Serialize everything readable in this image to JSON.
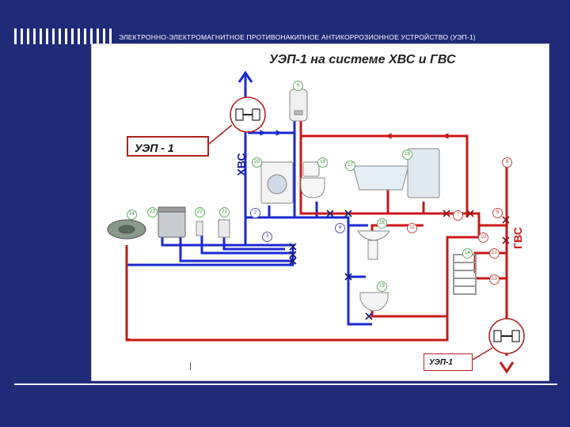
{
  "slide": {
    "header": "ЭЛЕКТРОННО-ЭЛЕКТРОМАГНИТНОЕ ПРОТИВОНАКИПНОЕ АНТИКОРРОЗИОННОЕ УСТРОЙСТВО (УЭП-1)"
  },
  "diagram": {
    "title": "УЭП-1 на системе ХВС и ГВС",
    "callout_main": "УЭП - 1",
    "callout_small": "УЭП-1",
    "label_cold": "ХВС",
    "label_hot": "ГВС",
    "colors": {
      "cold": "#1a2ad0",
      "hot": "#c81818",
      "background": "#1f2a78"
    },
    "node_numbers": {
      "n2": "2",
      "n3": "3",
      "n4": "4",
      "n6": "6",
      "n7": "7",
      "n8": "8",
      "n9": "9",
      "n10": "10",
      "n11": "11",
      "n13a": "13",
      "n13b": "13",
      "n14": "14",
      "n15": "15",
      "n16": "16",
      "n17": "17",
      "n18": "18",
      "n19": "19",
      "n20": "20",
      "n21": "21",
      "n22": "22",
      "n23": "23",
      "n24": "24"
    }
  }
}
